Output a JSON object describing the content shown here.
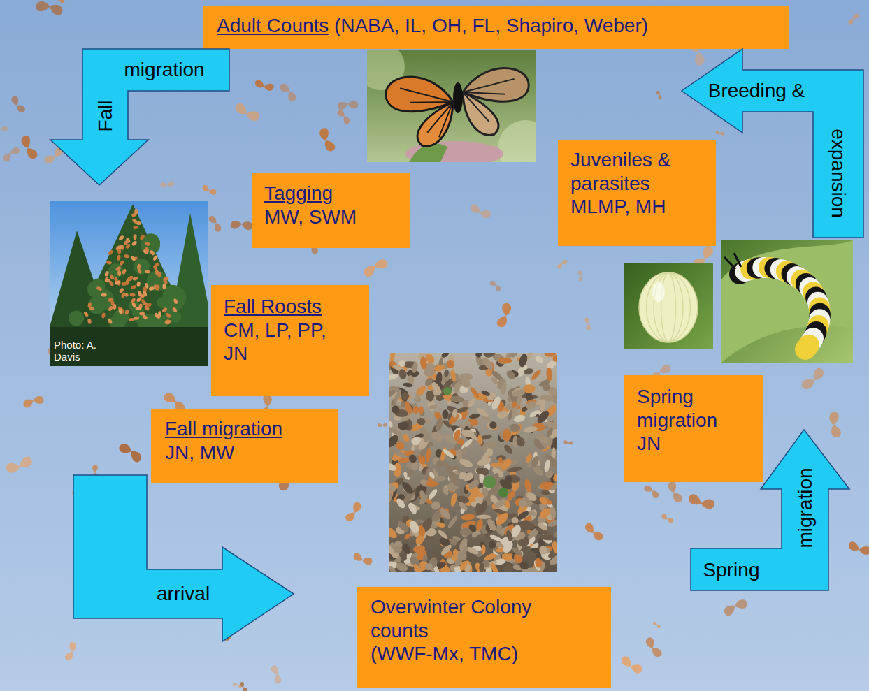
{
  "diagram": {
    "nodes": [
      {
        "text": [
          "Adult Counts",
          "(NABA, IL, OH, FL, Shapiro, Weber)"
        ]
      },
      {
        "text": [
          "Fall",
          "migration"
        ]
      },
      {
        "text": [
          "Breeding &",
          "expansion"
        ]
      },
      {
        "text": [
          "Tagging",
          "MW, SWM"
        ]
      },
      {
        "text": [
          "Juveniles & parasites",
          "MLMP, MH"
        ]
      },
      {
        "text": [
          "Fall Roosts",
          "CM, LP, PP, JN"
        ]
      },
      {
        "text": [
          "Fall migration",
          "JN, MW"
        ]
      },
      {
        "text": [
          "Spring migration",
          "JN"
        ]
      },
      {
        "text": [
          "Spring",
          "migration"
        ]
      },
      {
        "text": [
          "arrival"
        ]
      },
      {
        "text": [
          "Overwinter Colony counts",
          "(WWF-Mx, TMC)"
        ]
      }
    ],
    "labels": [
      "Photo: A. Davis"
    ]
  }
}
